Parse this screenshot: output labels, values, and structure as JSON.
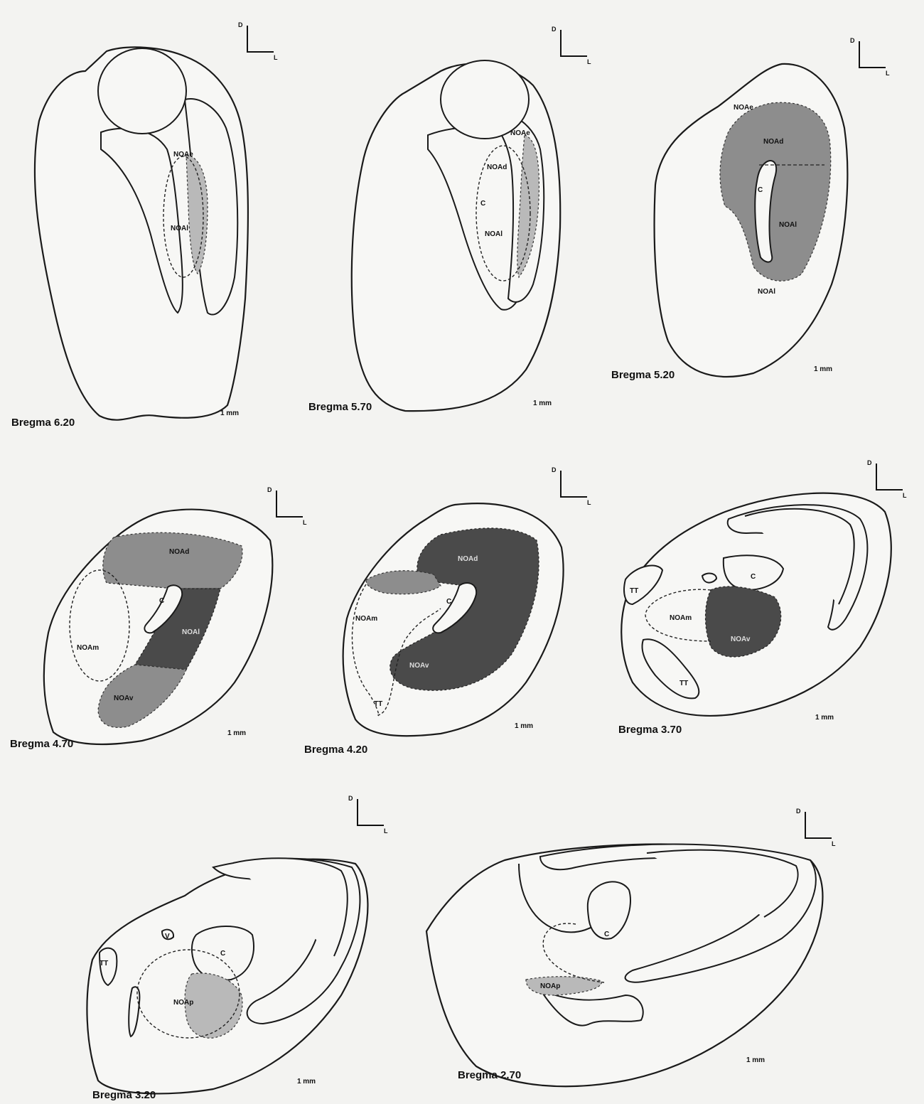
{
  "orientation": {
    "dorsal": "D",
    "lateral": "L"
  },
  "scale_label": "1 mm",
  "sections": [
    {
      "bregma": "Bregma 6.20",
      "labels": [
        "NOAe",
        "NOAl"
      ]
    },
    {
      "bregma": "Bregma 5.70",
      "labels": [
        "NOAe",
        "NOAd",
        "C",
        "NOAl"
      ]
    },
    {
      "bregma": "Bregma 5.20",
      "labels": [
        "NOAe",
        "NOAd",
        "C",
        "NOAl",
        "NOAl"
      ]
    },
    {
      "bregma": "Bregma 4.70",
      "labels": [
        "NOAd",
        "C",
        "NOAl",
        "NOAm",
        "NOAv"
      ]
    },
    {
      "bregma": "Bregma 4.20",
      "labels": [
        "NOAd",
        "C",
        "NOAm",
        "NOAv",
        "TT"
      ]
    },
    {
      "bregma": "Bregma 3.70",
      "labels": [
        "C",
        "TT",
        "NOAm",
        "NOAv",
        "TT"
      ]
    },
    {
      "bregma": "Bregma 3.20",
      "labels": [
        "C",
        "V",
        "TT",
        "NOAp"
      ]
    },
    {
      "bregma": "Bregma 2.70",
      "labels": [
        "C",
        "NOAp"
      ]
    }
  ],
  "shading": {
    "light": "#b9b9b9",
    "mid": "#8d8d8d",
    "dark": "#4a4a4a"
  }
}
